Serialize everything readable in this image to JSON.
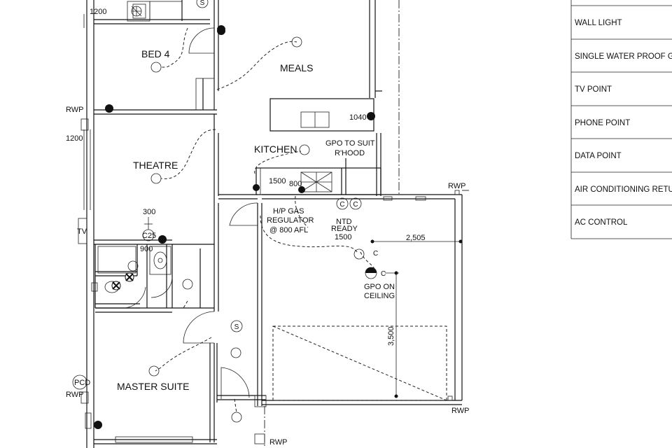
{
  "rooms": {
    "bed4": "BED 4",
    "meals": "MEALS",
    "kitchen": "KITCHEN",
    "theatre": "THEATRE",
    "master": "MASTER SUITE"
  },
  "notes": {
    "gpo_rhood_1": "GPO TO SUIT",
    "gpo_rhood_2": "R'HOOD",
    "hp_gas_1": "H/P GAS",
    "hp_gas_2": "REGULATOR",
    "hp_gas_3": "@ 800 AFL",
    "ntd_1": "NTD",
    "ntd_2": "READY",
    "ntd_3": "1500",
    "gpo_ceiling_1": "GPO ON",
    "gpo_ceiling_2": "CEILING"
  },
  "dimensions": {
    "d1200_top": "1200",
    "d1200_left": "1200",
    "d1040": "1040",
    "d1500": "1500",
    "d800": "800",
    "d300": "300",
    "d900": "900",
    "c25": "C25",
    "d2505": "2,505",
    "d3500": "3,500"
  },
  "markers": {
    "rwp": "RWP",
    "pcd": "PCD",
    "smoke": "S",
    "tv": "TV",
    "c": "C"
  },
  "legend": [
    "WALL LIGHT",
    "SINGLE WATER PROOF GPO",
    "TV POINT",
    "PHONE POINT",
    "DATA POINT",
    "AIR CONDITIONING RETURN",
    "AC CONTROL"
  ]
}
